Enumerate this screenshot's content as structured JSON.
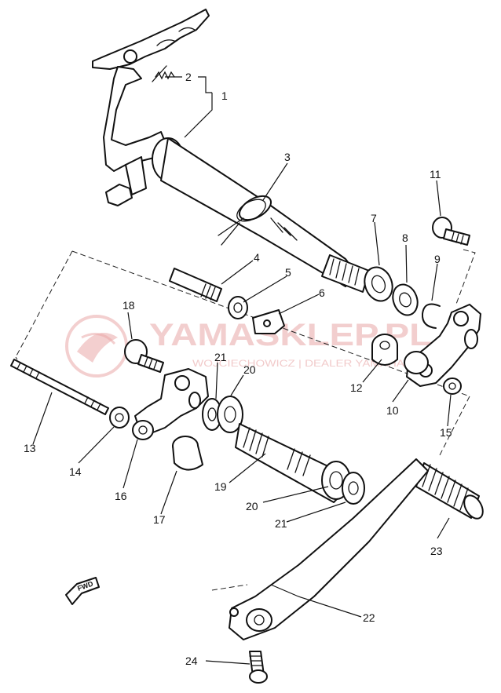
{
  "watermark": {
    "brand": "YAMASKLEP.PL",
    "subtitle": "WOJCIECHOWICZ | DEALER YAMAHA",
    "color": "#e9a7a7"
  },
  "fwd_label": "FWD",
  "callouts": [
    {
      "id": "1",
      "part": "shift-pedal-shaft"
    },
    {
      "id": "2",
      "part": "pawl-spring"
    },
    {
      "id": "3",
      "part": "torsion-spring"
    },
    {
      "id": "4",
      "part": "stopper-bolt"
    },
    {
      "id": "5",
      "part": "nut"
    },
    {
      "id": "6",
      "part": "collar-plate"
    },
    {
      "id": "7",
      "part": "oil-seal"
    },
    {
      "id": "8",
      "part": "washer"
    },
    {
      "id": "9",
      "part": "circlip"
    },
    {
      "id": "10",
      "part": "shift-arm"
    },
    {
      "id": "11",
      "part": "bolt"
    },
    {
      "id": "12",
      "part": "bushing"
    },
    {
      "id": "13",
      "part": "shift-rod"
    },
    {
      "id": "14",
      "part": "nut"
    },
    {
      "id": "15",
      "part": "nut"
    },
    {
      "id": "16",
      "part": "joint"
    },
    {
      "id": "17",
      "part": "cap"
    },
    {
      "id": "18",
      "part": "bolt"
    },
    {
      "id": "19",
      "part": "shaft"
    },
    {
      "id": "20",
      "part": "oil-seal"
    },
    {
      "id": "20",
      "part": "oil-seal"
    },
    {
      "id": "21",
      "part": "washer"
    },
    {
      "id": "21",
      "part": "washer"
    },
    {
      "id": "22",
      "part": "shift-pedal"
    },
    {
      "id": "23",
      "part": "pedal-rubber"
    },
    {
      "id": "24",
      "part": "bolt"
    }
  ]
}
